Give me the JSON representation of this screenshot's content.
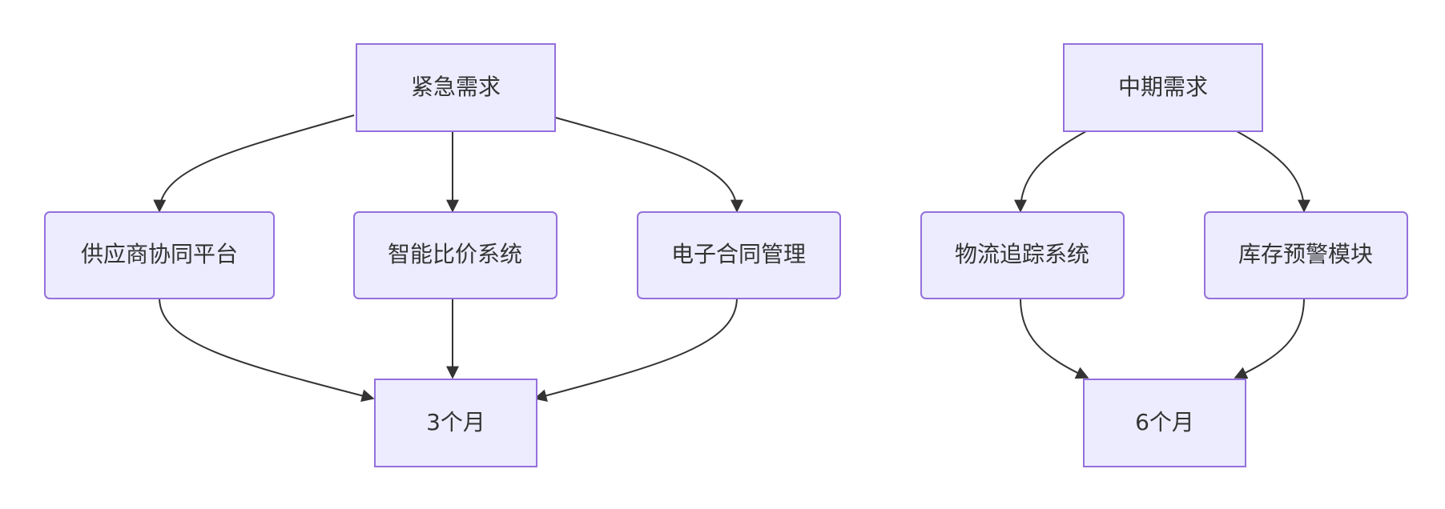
{
  "nodes": {
    "urgent": "紧急需求",
    "midterm": "中期需求",
    "supplier": "供应商协同平台",
    "pricing": "智能比价系统",
    "contract": "电子合同管理",
    "logistics": "物流追踪系统",
    "inventory": "库存预警模块",
    "three_months": "3个月",
    "six_months": "6个月"
  },
  "colors": {
    "node_fill": "#ececfe",
    "node_stroke": "#9470dc",
    "edge": "#333333",
    "text": "#333333"
  }
}
